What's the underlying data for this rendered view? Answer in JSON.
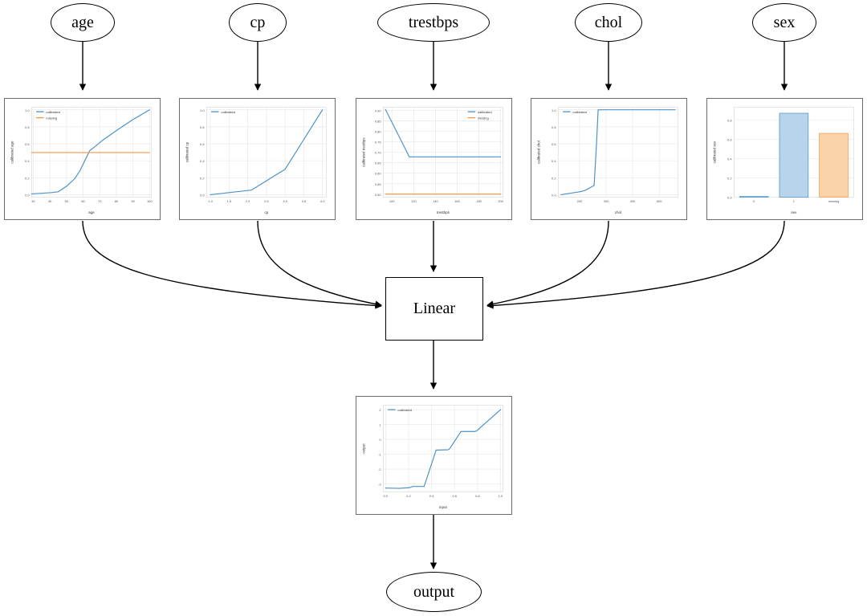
{
  "graph": {
    "input_nodes": [
      {
        "id": "age",
        "label": "age"
      },
      {
        "id": "cp",
        "label": "cp"
      },
      {
        "id": "trestbps",
        "label": "trestbps"
      },
      {
        "id": "chol",
        "label": "chol"
      },
      {
        "id": "sex",
        "label": "sex"
      }
    ],
    "linear_node": {
      "label": "Linear"
    },
    "output_node": {
      "label": "output"
    }
  },
  "colors": {
    "calibrated": "#4c92c8",
    "missing": "#f79646",
    "bar_blue_fill": "#b8d4ea",
    "bar_blue_edge": "#4c92c8",
    "bar_orange_fill": "#fbd3a8",
    "bar_orange_edge": "#f79646",
    "grid": "#e8e8e8",
    "axis_text": "#555555",
    "panel_border": "#6b6b6b",
    "edge_stroke": "#000000"
  },
  "legend_labels": {
    "calibrated": "calibrated",
    "missing": "missing"
  },
  "chart_data": [
    {
      "id": "age",
      "type": "line",
      "title": "",
      "xlabel": "age",
      "ylabel": "calibrated age",
      "xlim": [
        29,
        101
      ],
      "ylim": [
        -0.03,
        1.03
      ],
      "xticks": [
        30,
        40,
        50,
        60,
        70,
        80,
        90,
        100
      ],
      "yticks": [
        0.0,
        0.2,
        0.4,
        0.6,
        0.8,
        1.0
      ],
      "grid": true,
      "legend": [
        "calibrated",
        "missing"
      ],
      "legend_position": "upper-left",
      "series": [
        {
          "name": "calibrated",
          "color": "#4c92c8",
          "x": [
            29,
            41,
            45,
            50,
            55,
            58,
            62,
            64,
            67,
            72,
            80,
            90,
            100
          ],
          "y": [
            0.01,
            0.025,
            0.035,
            0.1,
            0.19,
            0.28,
            0.44,
            0.52,
            0.565,
            0.645,
            0.755,
            0.885,
            1.0
          ]
        },
        {
          "name": "missing",
          "color": "#f79646",
          "x": [
            29,
            100
          ],
          "y": [
            0.497,
            0.497
          ]
        }
      ]
    },
    {
      "id": "cp",
      "type": "line",
      "title": "",
      "xlabel": "cp",
      "ylabel": "calibrated cp",
      "xlim": [
        0.9,
        4.1
      ],
      "ylim": [
        -0.03,
        1.03
      ],
      "xticks": [
        1.0,
        1.5,
        2.0,
        2.5,
        3.0,
        3.5,
        4.0
      ],
      "yticks": [
        0.0,
        0.2,
        0.4,
        0.6,
        0.8,
        1.0
      ],
      "grid": true,
      "legend": [
        "calibrated"
      ],
      "legend_position": "upper-left",
      "series": [
        {
          "name": "calibrated",
          "color": "#4c92c8",
          "x": [
            1.0,
            2.0,
            2.1,
            3.0,
            4.0
          ],
          "y": [
            0.0,
            0.05,
            0.055,
            0.3,
            1.0
          ]
        }
      ]
    },
    {
      "id": "trestbps",
      "type": "line",
      "title": "",
      "xlabel": "trestbps",
      "ylabel": "calibrated trestbps",
      "xlim": [
        92,
        202
      ],
      "ylim": [
        0.485,
        0.915
      ],
      "xticks": [
        100,
        120,
        140,
        160,
        180,
        200
      ],
      "yticks": [
        0.5,
        0.55,
        0.6,
        0.65,
        0.7,
        0.75,
        0.8,
        0.85,
        0.9
      ],
      "grid": true,
      "legend": [
        "calibrated",
        "missing"
      ],
      "legend_position": "upper-right",
      "series": [
        {
          "name": "calibrated",
          "color": "#4c92c8",
          "x": [
            94,
            116,
            200
          ],
          "y": [
            0.905,
            0.678,
            0.678
          ]
        },
        {
          "name": "missing",
          "color": "#f79646",
          "x": [
            94,
            200
          ],
          "y": [
            0.5,
            0.5
          ]
        }
      ]
    },
    {
      "id": "chol",
      "type": "line",
      "title": "",
      "xlabel": "chol",
      "ylabel": "calibrated chol",
      "xlim": [
        120,
        570
      ],
      "ylim": [
        -0.03,
        1.03
      ],
      "xticks": [
        200,
        300,
        400,
        500
      ],
      "yticks": [
        0.0,
        0.2,
        0.4,
        0.6,
        0.8,
        1.0
      ],
      "grid": true,
      "legend": [
        "calibrated"
      ],
      "legend_position": "upper-left",
      "series": [
        {
          "name": "calibrated",
          "color": "#4c92c8",
          "x": [
            130,
            200,
            220,
            250,
            255,
            264,
            270,
            340,
            560
          ],
          "y": [
            0.0,
            0.035,
            0.05,
            0.1,
            0.11,
            0.6,
            1.0,
            1.0,
            1.0
          ]
        }
      ]
    },
    {
      "id": "sex",
      "type": "bar",
      "title": "",
      "xlabel": "sex",
      "ylabel": "calibrated sex",
      "ylim": [
        0.0,
        0.93
      ],
      "yticks": [
        0.0,
        0.2,
        0.4,
        0.6,
        0.8
      ],
      "grid": true,
      "legend": [],
      "categories": [
        "0",
        "1",
        "missing"
      ],
      "values": [
        0.008,
        0.868,
        0.66
      ],
      "bar_styles": [
        {
          "fill": "#b8d4ea",
          "edge": "#4c92c8"
        },
        {
          "fill": "#b8d4ea",
          "edge": "#4c92c8"
        },
        {
          "fill": "#fbd3a8",
          "edge": "#f79646"
        }
      ]
    },
    {
      "id": "output",
      "type": "line",
      "title": "",
      "xlabel": "input",
      "ylabel": "output",
      "xlim": [
        -0.02,
        1.02
      ],
      "ylim": [
        -3.55,
        2.3
      ],
      "xticks": [
        0.0,
        0.2,
        0.4,
        0.6,
        0.8,
        1.0
      ],
      "yticks": [
        -3,
        -2,
        -1,
        0,
        1,
        2
      ],
      "grid": true,
      "legend": [
        "calibrated"
      ],
      "legend_position": "upper-left",
      "series": [
        {
          "name": "calibrated",
          "color": "#4c92c8",
          "x": [
            0.0,
            0.12,
            0.21,
            0.235,
            0.335,
            0.345,
            0.44,
            0.455,
            0.545,
            0.56,
            0.655,
            0.67,
            0.78,
            0.8,
            1.0
          ],
          "y": [
            -3.28,
            -3.3,
            -3.25,
            -3.17,
            -3.17,
            -2.95,
            -0.72,
            -0.72,
            -0.7,
            -0.6,
            0.52,
            0.53,
            0.53,
            0.62,
            2.0
          ]
        }
      ]
    }
  ]
}
